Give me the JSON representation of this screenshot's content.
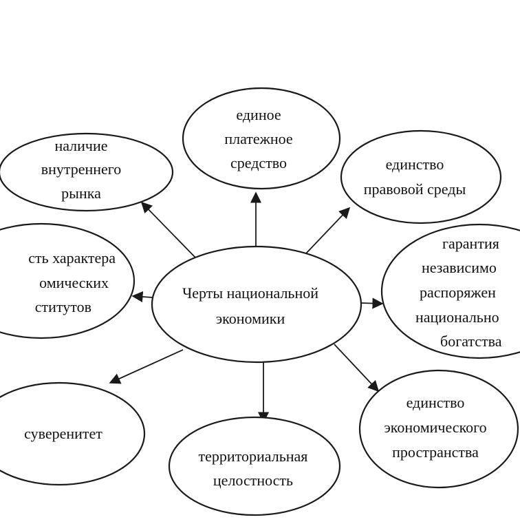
{
  "diagram": {
    "center": {
      "lines": [
        "Черты национальной",
        "экономики"
      ]
    },
    "nodes": [
      {
        "id": "payment",
        "lines": [
          "единое",
          "платежное",
          "средство"
        ]
      },
      {
        "id": "market",
        "lines": [
          "наличие",
          "внутреннего",
          "рынка"
        ]
      },
      {
        "id": "legal",
        "lines": [
          "единство",
          "правовой среды"
        ]
      },
      {
        "id": "institutions",
        "lines": [
          "сть характера",
          "омических",
          "ститутов"
        ]
      },
      {
        "id": "guarantee",
        "lines": [
          "гарантия",
          "независимо",
          "распоряжен",
          "национально",
          "богатства"
        ]
      },
      {
        "id": "sovereignty",
        "lines": [
          "суверенитет"
        ]
      },
      {
        "id": "territory",
        "lines": [
          "территориальная",
          "целостность"
        ]
      },
      {
        "id": "economic-space",
        "lines": [
          "единство",
          "экономического",
          "пространства"
        ]
      }
    ]
  }
}
